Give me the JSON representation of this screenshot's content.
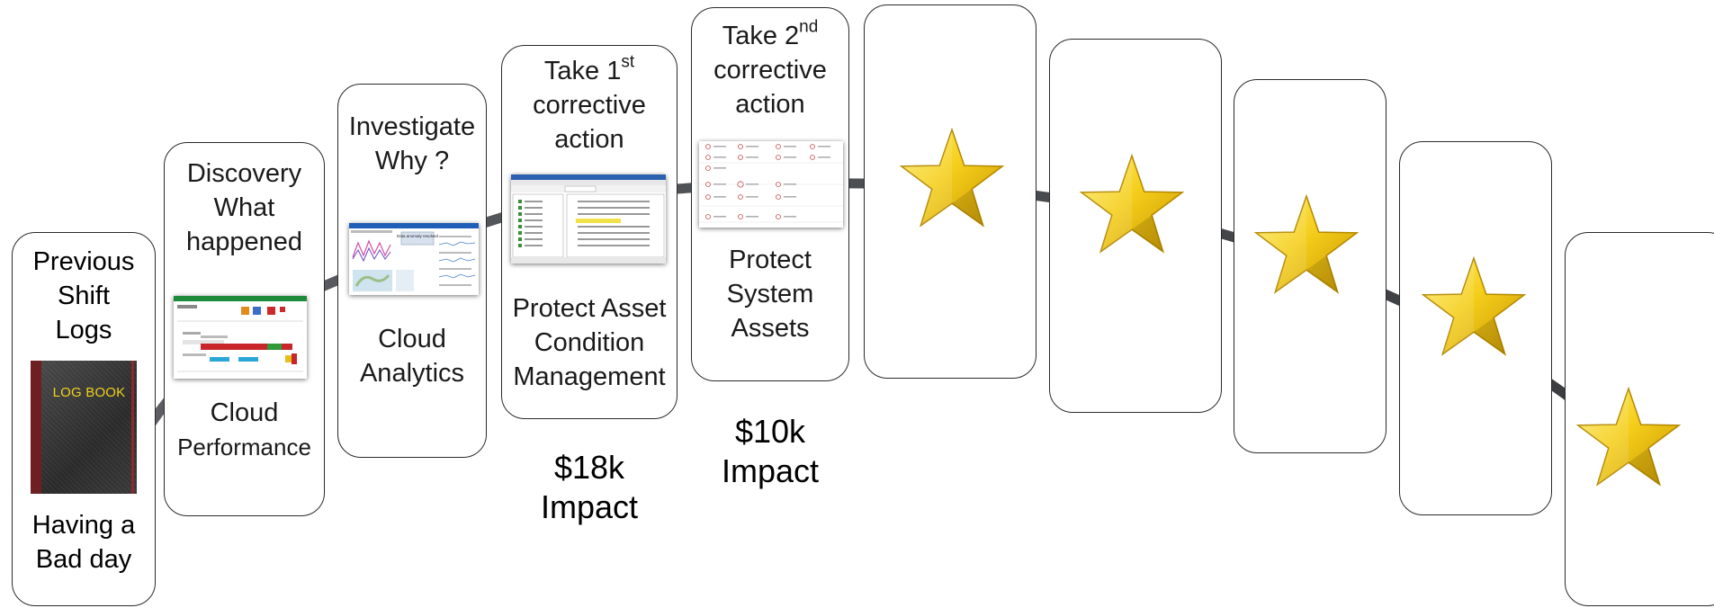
{
  "steps": [
    {
      "title_lines": [
        "Previous",
        "Shift",
        "Logs"
      ],
      "caption_lines": [
        "Having a",
        "Bad day"
      ],
      "image_label": "LOG BOOK"
    },
    {
      "title_lines": [
        "Discovery",
        "What",
        "happened"
      ],
      "caption_lines": [
        "Cloud",
        "Performance"
      ]
    },
    {
      "title_lines": [
        "Investigate",
        "Why ?"
      ],
      "caption_lines": [
        "Cloud",
        "Analytics"
      ],
      "image_label": "Data anomaly resolved"
    },
    {
      "title_pre": "Take 1",
      "title_sup": "st",
      "title_lines_rest": [
        "corrective",
        "action"
      ],
      "caption_lines": [
        "Protect Asset",
        "Condition",
        "Management"
      ],
      "impact_lines": [
        "$18k",
        "Impact"
      ]
    },
    {
      "title_pre": "Take 2",
      "title_sup": "nd",
      "title_lines_rest": [
        "corrective",
        "action"
      ],
      "caption_lines": [
        "Protect",
        "System",
        "Assets"
      ],
      "impact_lines": [
        "$10k",
        "Impact"
      ]
    }
  ],
  "future_steps": 5,
  "colors": {
    "path": "#4b4d52",
    "card_border": "#2a2a2a",
    "star_light": "#ffe45a",
    "star_dark": "#d4a300",
    "logbook_text": "#f0d020"
  },
  "icons": [
    "log-book",
    "star-icon"
  ]
}
